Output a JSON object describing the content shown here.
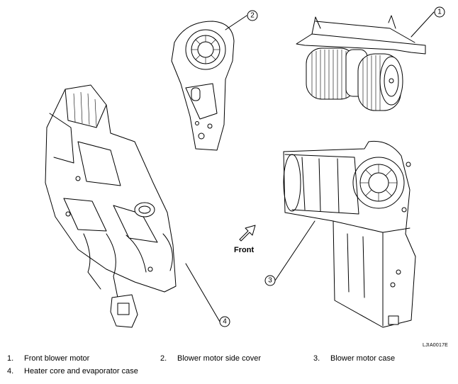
{
  "callouts": [
    {
      "num": "1"
    },
    {
      "num": "2"
    },
    {
      "num": "3"
    },
    {
      "num": "4"
    }
  ],
  "front_label": "Front",
  "figure_code": "LJIA0017E",
  "legend": [
    {
      "num": "1.",
      "label": "Front blower motor"
    },
    {
      "num": "2.",
      "label": "Blower motor side cover"
    },
    {
      "num": "3.",
      "label": "Blower motor case"
    },
    {
      "num": "4.",
      "label": "Heater core and evaporator case"
    }
  ]
}
